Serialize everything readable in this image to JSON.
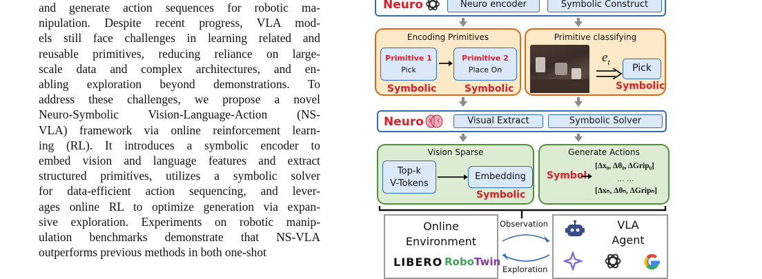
{
  "text_column": {
    "lines": [
      "and generate action sequences for robotic ma-",
      "nipulation. Despite recent progress, VLA mod-",
      "els still face challenges in learning related and",
      "reusable primitives, reducing reliance on large-",
      "scale data and complex architectures, and en-",
      "abling exploration beyond demonstrations. To",
      "address these challenges, we propose a novel",
      "Neuro-Symbolic Vision-Language-Action (NS-",
      "VLA) framework via online reinforcement learn-",
      "ing (RL). It introduces a symbolic encoder to",
      "embed vision and language features and extract",
      "structured primitives, utilizes a symbolic solver",
      "for data-efficient action sequencing, and lever-",
      "ages online RL to optimize generation via expan-",
      "sive exploration. Experiments on robotic manip-",
      "ulation benchmarks demonstrate that NS-VLA",
      "outperforms previous methods in both one-shot"
    ]
  },
  "figure": {
    "top_bar": {
      "neuro_label": "Neuro",
      "encoder_label": "Neuro encoder",
      "construct_label": "Symbolic Construct"
    },
    "encoding_panel": {
      "title": "Encoding Primitives",
      "prim1_title": "Primitive 1",
      "prim1_action": "Pick",
      "prim2_title": "Primitive 2",
      "prim2_action": "Place On",
      "symbolic_left": "Symbolic",
      "symbolic_right": "Symbolic"
    },
    "classify_panel": {
      "title": "Primitive classifying",
      "et_label": "e",
      "et_sub": "t",
      "pick_label": "Pick",
      "symbolic": "Symbolic"
    },
    "middle_bar": {
      "neuro_label": "Neuro",
      "extract_label": "Visual Extract",
      "solver_label": "Symbolic Solver"
    },
    "vision_panel": {
      "title": "Vision Sparse",
      "topk_line1": "Top-k",
      "topk_line2": "V-Tokens",
      "embedding": "Embedding",
      "symbolic": "Symbolic"
    },
    "actions_panel": {
      "title": "Generate Actions",
      "symbol_label": "Symbol",
      "row0": "[Δx₀, Δθ₀, ΔGrip₀]",
      "dots": "... ...",
      "rown": "[Δxₙ, Δθₙ, ΔGripₙ]"
    },
    "environment": {
      "line1": "Online",
      "line2": "Environment",
      "logo1": "LIBERO",
      "logo2_a": "Robo",
      "logo2_b": "Twin"
    },
    "loop": {
      "observation": "Observation",
      "exploration": "Exploration"
    },
    "agent": {
      "line1": "VLA",
      "line2": "Agent"
    },
    "colors": {
      "blue_border": "#2f6db5",
      "blue_fill": "#dbe8f8",
      "orange_border": "#d46a1a",
      "orange_fill": "#fbe9c8",
      "green_border": "#4e8f3a",
      "green_fill": "#dcecd2",
      "red": "#d6202a"
    }
  }
}
